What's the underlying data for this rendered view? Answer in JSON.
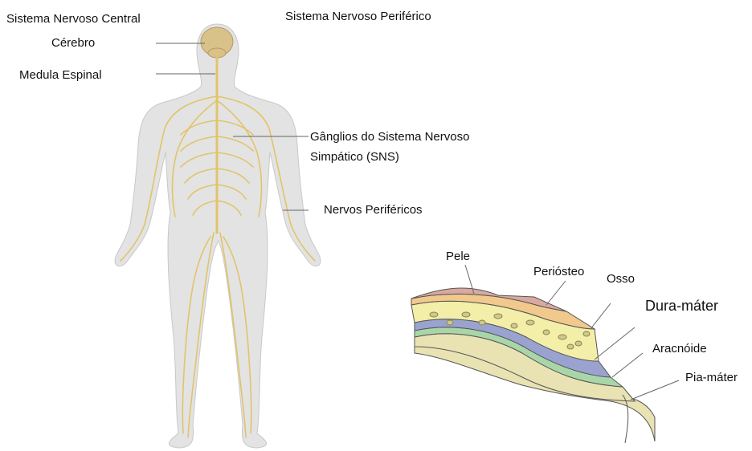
{
  "labels": {
    "cns": "Sistema Nervoso Central",
    "pns": "Sistema Nervoso Periférico",
    "brain": "Cérebro",
    "spinal_cord": "Medula Espinal",
    "ganglia_line1": "Gânglios do Sistema Nervoso",
    "ganglia_line2": "Simpático (SNS)",
    "peripheral_nerves": "Nervos Periféricos",
    "skin": "Pele",
    "periosteum": "Periósteo",
    "bone": "Osso",
    "dura": "Dura-máter",
    "arachnoid": "Aracnóide",
    "pia": "Pia-máter"
  },
  "colors": {
    "body_fill": "#e3e3e3",
    "body_outline": "#c8c8c8",
    "nerve": "#e1c46a",
    "brain": "#d9c18a",
    "skin": "#d9a9a0",
    "periosteum": "#f1c98d",
    "bone": "#f3eea8",
    "bone_dark": "#cfc98a",
    "dura": "#9aa3cf",
    "arachnoid": "#a9d6a8",
    "pia": "#e9e2b2",
    "leader": "#666666"
  }
}
